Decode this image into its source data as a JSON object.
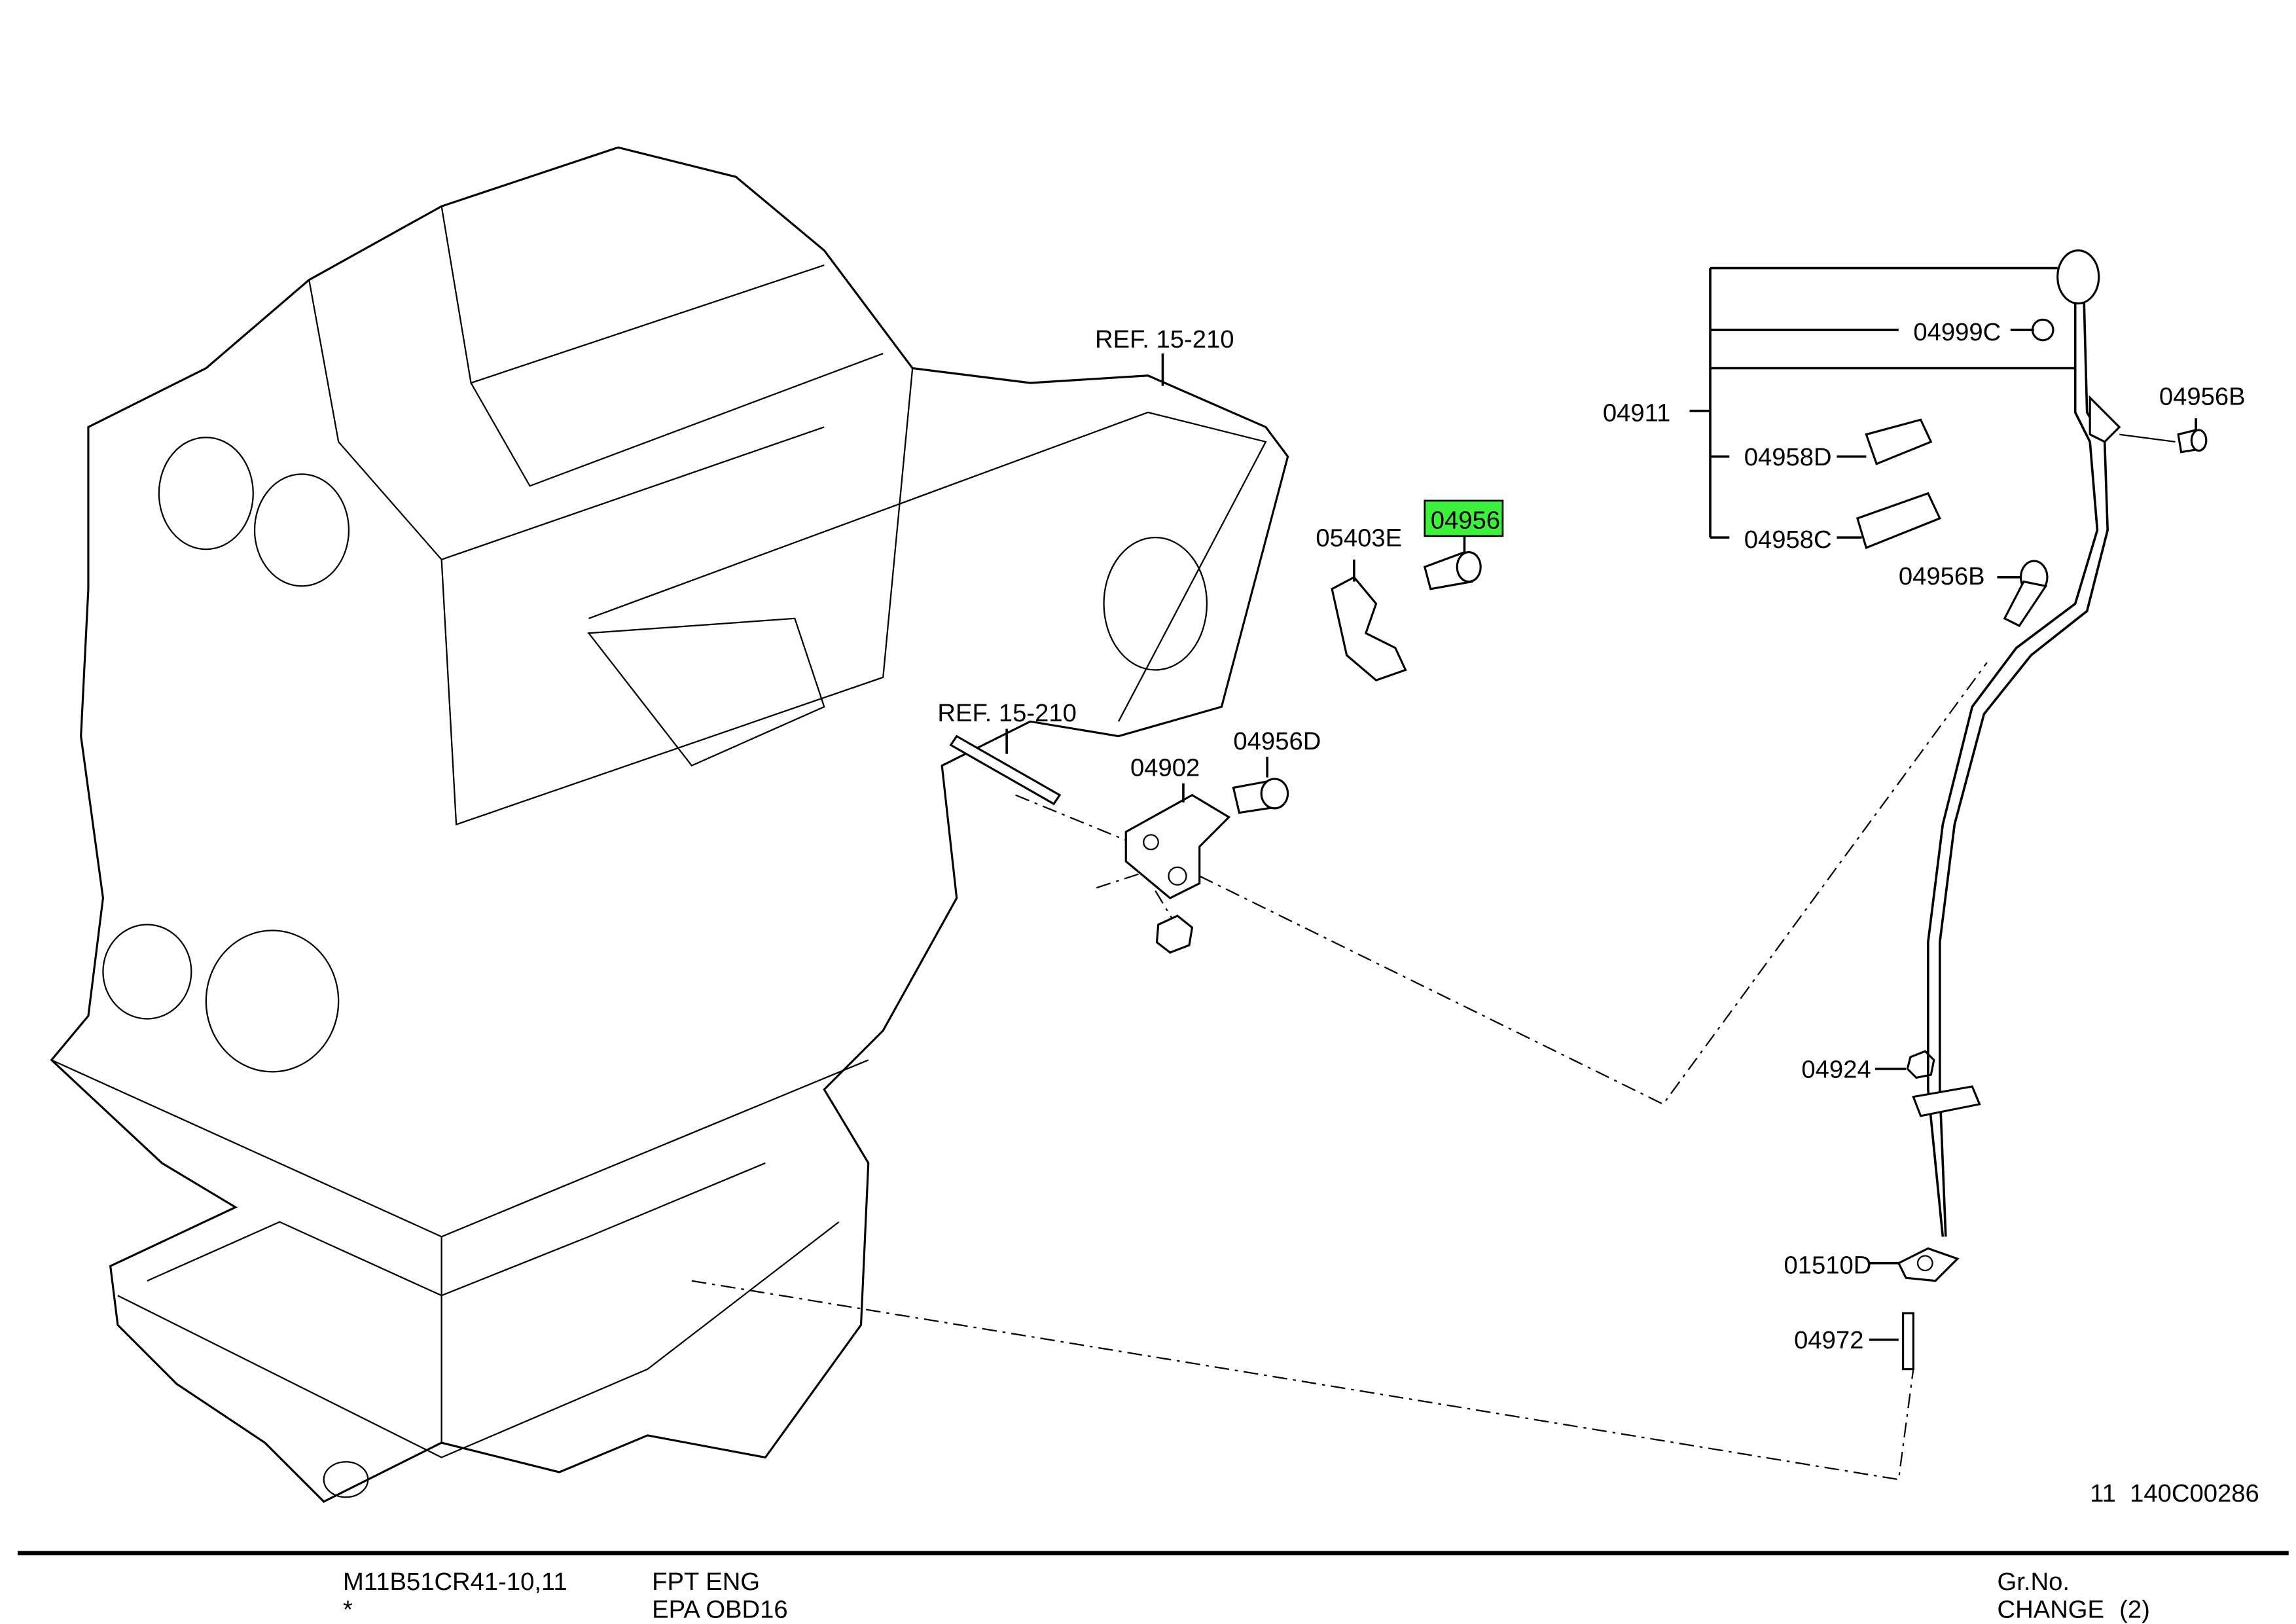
{
  "highlight_color": "#3cf03c",
  "callouts": {
    "ref_upper": "REF. 15-210",
    "ref_lower": "REF. 15-210",
    "bracket_05403E": "05403E",
    "bolt_04956": "04956",
    "bracket_04902": "04902",
    "bolt_04956D": "04956D",
    "dipstick_assy_04911": "04911",
    "oring_04999C": "04999C",
    "clip_04958D": "04958D",
    "clip_04958C": "04958C",
    "bolt_04956B_right": "04956B",
    "bolt_04956B_left": "04956B",
    "nut_04924": "04924",
    "gasket_01510D": "01510D",
    "stud_04972": "04972"
  },
  "drawing_number": "11  140C00286",
  "footer": {
    "model_code": "M11B51CR41-10,11",
    "asterisk": "*",
    "engine": "FPT ENG",
    "emission": "EPA OBD16",
    "group_label": "Gr.No.",
    "change_label": "CHANGE",
    "change_value": "(2)"
  }
}
